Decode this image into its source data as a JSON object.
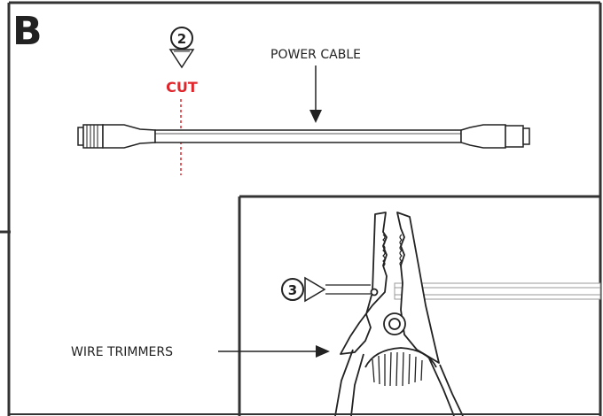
{
  "panel": {
    "letter": "B"
  },
  "steps": [
    {
      "number": "2",
      "action": "CUT"
    },
    {
      "number": "3"
    }
  ],
  "labels": {
    "power_cable": "POWER CABLE",
    "wire_trimmers": "WIRE TRIMMERS"
  },
  "colors": {
    "line": "#222222",
    "cut_accent": "#e0252b",
    "background": "#ffffff"
  }
}
